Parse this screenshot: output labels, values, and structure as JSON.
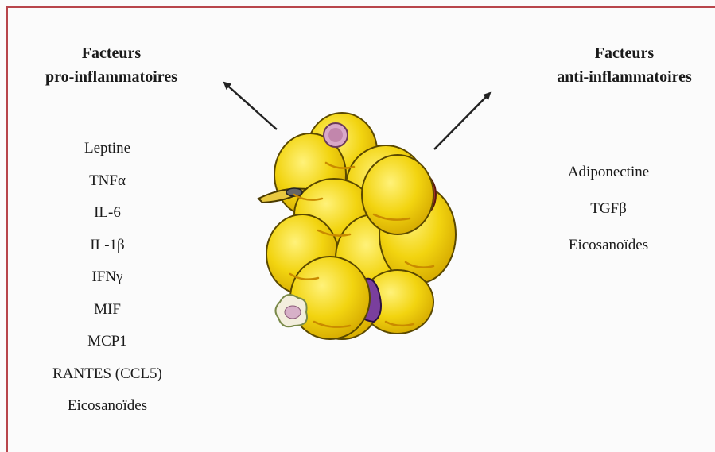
{
  "left_panel": {
    "heading_line1": "Facteurs",
    "heading_line2": "pro-inflammatoires",
    "factors": [
      "Leptine",
      "TNFα",
      "IL-6",
      "IL-1β",
      "IFNγ",
      "MIF",
      "MCP1",
      "RANTES (CCL5)",
      "Eicosanoïdes"
    ]
  },
  "right_panel": {
    "heading_line1": "Facteurs",
    "heading_line2": "anti-inflammatoires",
    "factors": [
      "Adiponectine",
      "TGFβ",
      "Eicosanoïdes"
    ]
  },
  "colors": {
    "border": "#b8454b",
    "adipocyte": "#f2d410",
    "adipocyte_outline": "#6b5a00",
    "macrophage": "#7a3f9d",
    "lymphocyte": "#d9a8c8",
    "red_cell": "#c0392b",
    "arrow": "#222222"
  },
  "illustration_icon": "adipose-tissue-cluster"
}
